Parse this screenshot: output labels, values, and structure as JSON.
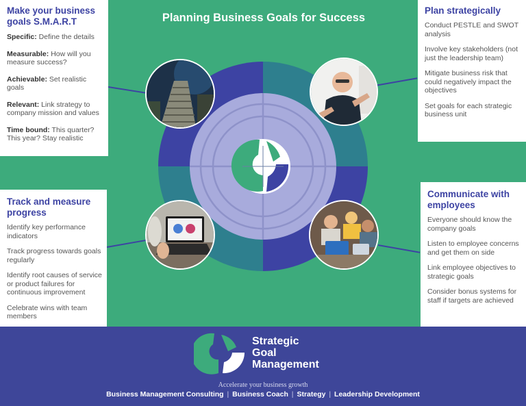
{
  "title": "Planning Business Goals for Success",
  "colors": {
    "background": "#3dab7c",
    "footer": "#3e4699",
    "heading": "#3d43a3",
    "ring_dark": "#3d43a3",
    "ring_teal": "#2e7f8e",
    "target_light": "#a8abdc"
  },
  "smart": {
    "heading": "Make your business goals S.M.A.R.T",
    "items": [
      {
        "term": "Specific:",
        "text": " Define the details"
      },
      {
        "term": "Measurable:",
        "text": " How will you measure success?"
      },
      {
        "term": "Achievable:",
        "text": " Set realistic goals"
      },
      {
        "term": "Relevant:",
        "text": " Link strategy to company mission and values"
      },
      {
        "term": "Time bound:",
        "text": " This quarter? This year? Stay realistic"
      }
    ]
  },
  "plan": {
    "heading": "Plan strategically",
    "items": [
      "Conduct PESTLE and SWOT analysis",
      "Involve key stakeholders (not just the leadership team)",
      "Mitigate business risk that could negatively impact the objectives",
      "Set goals for each strategic business unit"
    ]
  },
  "track": {
    "heading": "Track and measure progress",
    "items": [
      "Identify key performance indicators",
      "Track progress towards goals regularly",
      "Identify root causes of service or product failures for continuous improvement",
      "Celebrate wins with team members"
    ]
  },
  "communicate": {
    "heading": "Communicate with employees",
    "items": [
      "Everyone should know the company goals",
      "Listen to employee concerns and get them on side",
      "Link employee objectives to strategic goals",
      "Consider bonus systems for staff if targets are achieved"
    ]
  },
  "footer": {
    "logo_line1": "Strategic",
    "logo_line2": "Goal",
    "logo_line3": "Management",
    "tagline": "Accelerate your business growth",
    "services": [
      "Business Management Consulting",
      "Business Coach",
      "Strategy",
      "Leadership Development"
    ],
    "separator": "|"
  }
}
